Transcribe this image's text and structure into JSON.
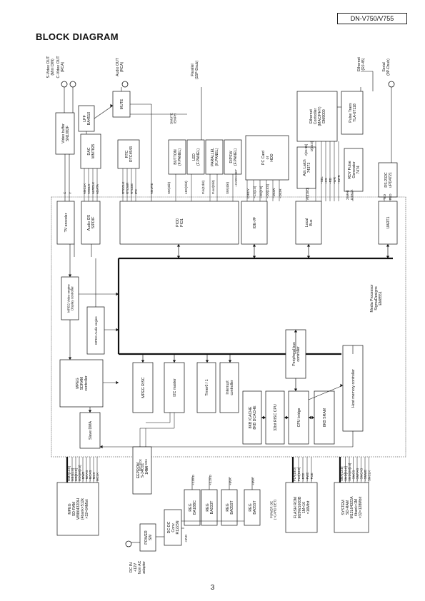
{
  "header": {
    "model": "DN-V750/V755",
    "title": "BLOCK DIAGRAM",
    "page_number": "3"
  },
  "connectors": [
    {
      "id": "svideo",
      "lines": [
        "S-Video OUT",
        "(Mini DIN)"
      ]
    },
    {
      "id": "cvideo",
      "lines": [
        "C-Video OUT",
        "(RCA)"
      ]
    },
    {
      "id": "audio",
      "lines": [
        "Audio OUT",
        "(RCA)"
      ]
    },
    {
      "id": "parallel",
      "lines": [
        "Parallel",
        "(15P-Dsub)"
      ]
    },
    {
      "id": "ethernet",
      "lines": [
        "Ethernet",
        "(RJ-45)"
      ]
    },
    {
      "id": "serial",
      "lines": [
        "Serial",
        "(9P-Dsub)"
      ]
    },
    {
      "id": "dcin",
      "lines": [
        "DC IN",
        "+12V",
        "from AC",
        "adapter"
      ]
    }
  ],
  "blocks": {
    "video_buffer": [
      "Video buffer",
      "SN1082F"
    ],
    "lpf": [
      "LPF",
      "BA4510"
    ],
    "mute": [
      "MUTE"
    ],
    "dac": [
      "DAC",
      "WM7825"
    ],
    "rtc": [
      "RTC",
      "RTC4543"
    ],
    "button": [
      "BUTTON",
      "(F.PANEL)"
    ],
    "led": [
      "LED",
      "(F.PANEL)"
    ],
    "parallel_blk": [
      "PARALLEL",
      "(K.PANEL)"
    ],
    "dipsw": [
      "DIPSW",
      "(F.PANEL)"
    ],
    "pccard": [
      "PC Card",
      "or",
      "HDD"
    ],
    "adr_latch": [
      "Adr. Latch",
      "74373"
    ],
    "ethernet_ctrl": [
      "Ethernet",
      "Controller",
      "(MAC/PHY)",
      "DM9000"
    ],
    "rdy_pulse": [
      "RDY Pulse",
      "Generator",
      "7474"
    ],
    "pulse_trans": [
      "Pulse Trans",
      "TLA-6T118"
    ],
    "rs232c": [
      "RS-232C",
      "uPD4721"
    ],
    "tv_encoder": [
      "TV encoder"
    ],
    "audio_i2s": [
      "Audio I2S",
      "S/PDIF"
    ],
    "pio": [
      "PIO0",
      "PIO1"
    ],
    "ide": [
      "IDE-I/F"
    ],
    "local_bus": [
      "Local",
      "Bus"
    ],
    "uart": [
      "UART1"
    ],
    "mpeg_video": [
      "MPEG Video engine",
      "Display controller"
    ],
    "mpeg_audio": [
      "MPEG Audio engine"
    ],
    "media_processor": [
      "Media Processor",
      "SigmaDesigns",
      "EM8551"
    ],
    "periph_bus": [
      "Peripheral bus",
      "controller"
    ],
    "mpeg_sdram": [
      "MPEG",
      "SDRAM",
      "controller"
    ],
    "mpeg_risc": [
      "MPEG RISC"
    ],
    "i2c_master": [
      "I2C master"
    ],
    "timer": [
      "Timer0 / 1"
    ],
    "interrupt": [
      "Interrupt",
      "controller"
    ],
    "host_mem": [
      "Host memory controller"
    ],
    "icache": [
      "8KB ICACHE",
      "8KB DCACHE"
    ],
    "risc_cpu": [
      "32bit RISC CPU"
    ],
    "cpu_bridge": [
      "CPU bridge"
    ],
    "sram": [
      "8KB SRAM"
    ],
    "slave_dma": [
      "Slave DMA"
    ],
    "eeprom": [
      "EEPROM",
      "S-24C01",
      "1Kbit"
    ],
    "mpeg_sdram_chip": [
      "MPEG",
      "SD-RAM",
      "W986432DH",
      "(4bank×512k",
      "×32=64Mbit"
    ],
    "power_sw": [
      "POWER",
      "SW"
    ],
    "dcdc": [
      "DC-DC",
      "Conv.",
      "R1223N"
    ],
    "reg1": [
      "REG",
      "BA18BC"
    ],
    "reg2": [
      "REG",
      "BA033T"
    ],
    "reg3": [
      "REG",
      "BA05ST"
    ],
    "reg4": [
      "REG",
      "BA05ST"
    ],
    "flash": [
      "FLASH ROM",
      "M29W160DB",
      "1M×16",
      "=16Mbit"
    ],
    "system_sdram": [
      "SYSTEM",
      "SD-RAM",
      "M12L64322A",
      "4bank×1M",
      "×32=128Mbit"
    ]
  },
  "signals": {
    "video_c": "C",
    "video_y": "Y",
    "audio_lines": [
      "AMCLK",
      "ASCLK",
      "ALRCLK",
      "ADATA"
    ],
    "rtc_lines": [
      "RTCCLK",
      "RTCWR",
      "RTCDE",
      "IFX"
    ],
    "amute": "AMUTE",
    "dmute": [
      "DMUTE",
      "/EMPH"
    ],
    "sw": "SW(3bit)",
    "led_s": "LED(2bit)",
    "pin": "P.in(11bit)",
    "pout": "P.out(3bit)",
    "sw4": "SW(4bit)",
    "card_det": "~CARD DET",
    "ide_lines": [
      "IORDY",
      "~CS[1:0]",
      "~DA[2:0]",
      "~DD[15:0]",
      "~DIOW",
      "~DIOR"
    ],
    "a15": "A[24:15]",
    "d15": "D[15:0]",
    "ad15": "AD[15:0]",
    "ctrl_lines": [
      "~SEL",
      "~CS",
      "~RD",
      "~WR",
      "~INTR"
    ],
    "clk": "25MHz",
    "dtack": "DTACK",
    "uart_lines": [
      "TxD",
      "RxD"
    ],
    "i2c": [
      "I2C SCK",
      "I2C SDA"
    ],
    "mpeg_bus": [
      "MMA[11:0]",
      "MBS[1:0]",
      "MD[31:0]",
      "MDQM[3:0]",
      "~MWE",
      "~MRAS",
      "~MCAS",
      "~MCS",
      "MCLK"
    ],
    "flash_bus": [
      "FLA[19:0]",
      "FLD[15:0]",
      "~FCE",
      "~FWE",
      "~FOE"
    ],
    "sys_bus": [
      "SMA[13:0]",
      "SMD[31:0]",
      "SMDQM[3:0]",
      "~SMCS",
      "~SMRAS",
      "~SMCAS",
      "~SMWE",
      "SMCLK"
    ],
    "v18": "+1.8VD",
    "v33": "+3.3VD",
    "v5a": "+5VA",
    "v5va": "+5VA",
    "v5vd": "+5VD",
    "power_oe": [
      "POWER OE",
      "(~CARD DET)"
    ]
  }
}
